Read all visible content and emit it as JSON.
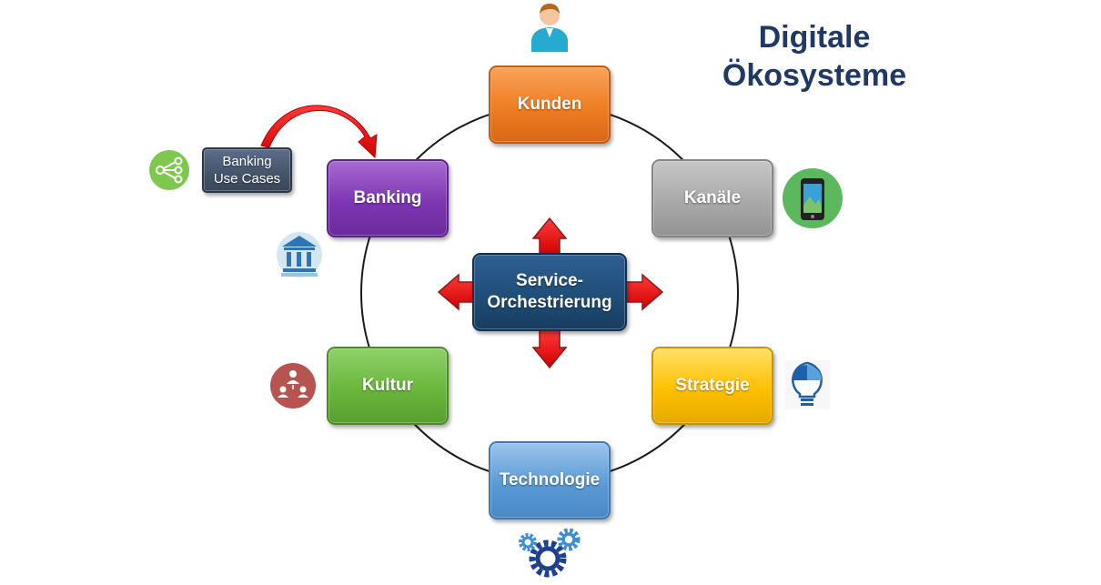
{
  "title": {
    "line1": "Digitale",
    "line2": "Ökosysteme"
  },
  "nodes": {
    "center": {
      "line1": "Service-",
      "line2": "Orchestrierung"
    },
    "kunden": "Kunden",
    "kanaele": "Kanäle",
    "strategie": "Strategie",
    "technologie": "Technologie",
    "kultur": "Kultur",
    "banking": "Banking",
    "use_cases": {
      "line1": "Banking",
      "line2": "Use Cases"
    }
  },
  "icons": {
    "kunden": "person-icon",
    "kanaele": "smartphone-icon",
    "strategie": "lightbulb-puzzle-icon",
    "technologie": "gears-icon",
    "kultur": "people-network-icon",
    "banking": "bank-building-icon",
    "use_cases": "flowchart-icon"
  },
  "colors": {
    "kunden": "#ef7d22",
    "kanaele": "#a9a9a9",
    "strategie": "#ffc000",
    "technologie": "#5b9bd5",
    "kultur": "#6ab73c",
    "banking": "#7d36b3",
    "center": "#1f4e79",
    "use_cases": "#44546a",
    "arrows": "#ff0000",
    "title": "#1f3864"
  }
}
